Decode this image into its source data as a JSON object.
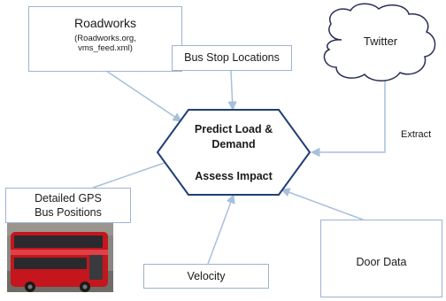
{
  "diagram": {
    "roadworks": {
      "title": "Roadworks",
      "subtitle_line1": "(Roadworks.org,",
      "subtitle_line2": "vms_feed.xml)"
    },
    "bus_stops": {
      "label": "Bus Stop Locations"
    },
    "twitter": {
      "label": "Twitter"
    },
    "extract_label": "Extract",
    "center": {
      "line1": "Predict Load &",
      "line2": "Demand",
      "line3": "Assess Impact"
    },
    "gps": {
      "line1": "Detailed GPS",
      "line2": "Bus Positions"
    },
    "velocity": {
      "label": "Velocity"
    },
    "door_data": {
      "label": "Door Data"
    }
  },
  "colors": {
    "connector": "#a8bfdc",
    "hexagon_stroke": "#1f3f73",
    "box_border": "#9fb3cf",
    "bus_red": "#c4161c"
  }
}
